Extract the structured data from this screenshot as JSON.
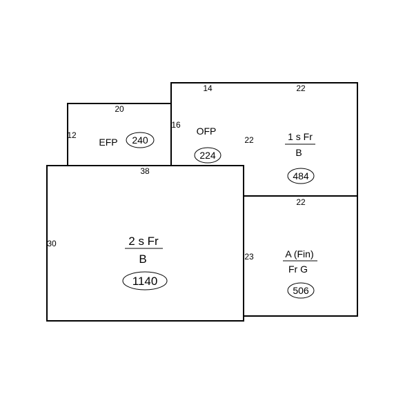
{
  "sections": {
    "efp": {
      "label": "EFP",
      "area": "240",
      "dim_top": "20",
      "dim_left": "12"
    },
    "ofp": {
      "label": "OFP",
      "area": "224",
      "dim_top": "14",
      "dim_left": "16"
    },
    "one_story": {
      "label_top": "1 s Fr",
      "label_bottom": "B",
      "area": "484",
      "dim_top": "22",
      "dim_left": "22"
    },
    "two_story": {
      "label_top": "2 s Fr",
      "label_bottom": "B",
      "area": "1140",
      "dim_top": "38",
      "dim_left": "30"
    },
    "garage": {
      "label_top": "A (Fin)",
      "label_bottom": "Fr G",
      "area": "506",
      "dim_top": "22",
      "dim_left": "23"
    }
  }
}
